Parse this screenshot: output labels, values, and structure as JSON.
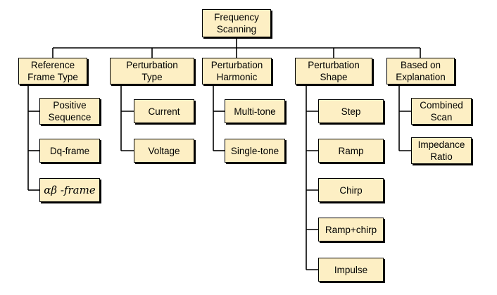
{
  "colors": {
    "box_fill": "#fdefc4",
    "line": "#000000"
  },
  "root": "Frequency\nScanning",
  "categories": [
    {
      "label": "Reference\nFrame Type",
      "children": [
        "Positive\nSequence",
        "Dq-frame",
        "αβ -frame"
      ]
    },
    {
      "label": "Perturbation\nType",
      "children": [
        "Current",
        "Voltage"
      ]
    },
    {
      "label": "Perturbation\nHarmonic",
      "children": [
        "Multi-tone",
        "Single-tone"
      ]
    },
    {
      "label": "Perturbation\nShape",
      "children": [
        "Step",
        "Ramp",
        "Chirp",
        "Ramp+chirp",
        "Impulse"
      ]
    },
    {
      "label": "Based on\nExplanation",
      "children": [
        "Combined\nScan",
        "Impedance\nRatio"
      ]
    }
  ]
}
